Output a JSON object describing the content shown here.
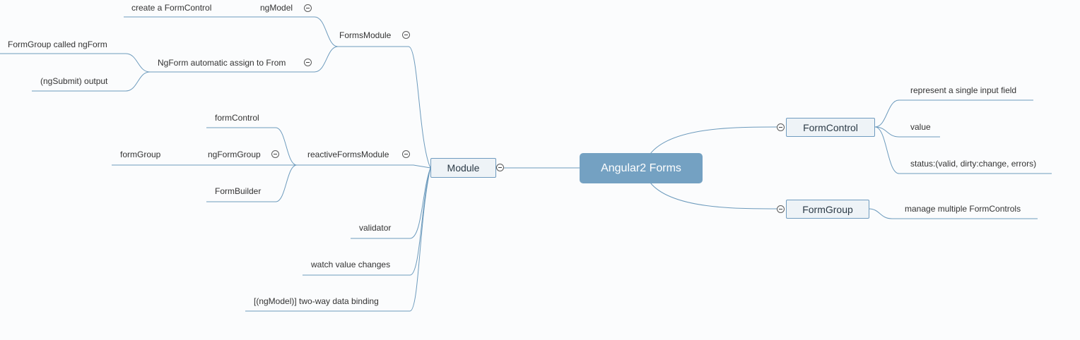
{
  "root": {
    "label": "Angular2 Forms"
  },
  "module": {
    "label": "Module"
  },
  "formcontrol": {
    "label": "FormControl"
  },
  "formgroup": {
    "label": "FormGroup"
  },
  "formsmodule": {
    "label": "FormsModule"
  },
  "ngmodel": {
    "label": "ngModel"
  },
  "create_formcontrol": {
    "label": "create a FormControl"
  },
  "ngform_assign": {
    "label": "NgForm automatic assign to From"
  },
  "formgroup_called_ngform": {
    "label": "FormGroup called ngForm"
  },
  "ngsubmit": {
    "label": "(ngSubmit) output"
  },
  "reactiveformsmodule": {
    "label": "reactiveFormsModule"
  },
  "formcontrol_lower": {
    "label": "formControl"
  },
  "ngformgroup": {
    "label": "ngFormGroup"
  },
  "formgroup_lower": {
    "label": "formGroup"
  },
  "formbuilder": {
    "label": "FormBuilder"
  },
  "validator": {
    "label": "validator"
  },
  "watch_value_changes": {
    "label": "watch value changes"
  },
  "two_way_binding": {
    "label": "[(ngModel)] two-way data binding"
  },
  "single_input": {
    "label": "represent a single input field"
  },
  "value": {
    "label": "value"
  },
  "status": {
    "label": "status:(valid, dirty:change, errors)"
  },
  "manage_multiple": {
    "label": "manage multiple FormControls"
  },
  "colors": {
    "line": "#6d9bbd",
    "root_fill": "#74a1c2",
    "node_fill": "#eef3f7",
    "text": "#333333"
  }
}
